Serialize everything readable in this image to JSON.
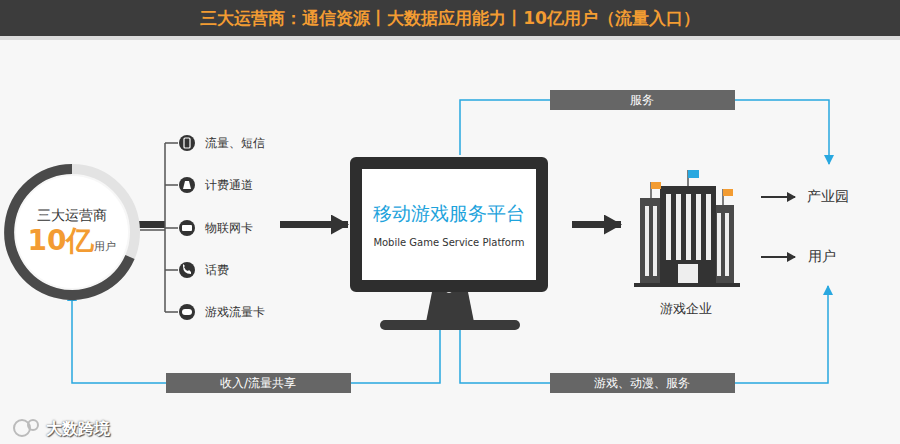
{
  "diagram": {
    "title": "三大运营商：通信资源丨大数据应用能力丨10亿用户（流量入口）",
    "nodes": [
      {
        "text": [
          "三大运营商",
          "10亿",
          "用户"
        ]
      },
      {
        "text": [
          "移动游戏服务平台",
          "Mobile Game Service Platform"
        ]
      },
      {
        "text": [
          "游戏企业"
        ]
      },
      {
        "text": [
          "产业园"
        ]
      },
      {
        "text": [
          "用户"
        ]
      }
    ],
    "edges": [
      {
        "from": 0,
        "to": 1,
        "arrow": "to"
      },
      {
        "from": 1,
        "to": 2,
        "arrow": "to"
      },
      {
        "from": 2,
        "to": 3,
        "arrow": "to"
      },
      {
        "from": 2,
        "to": 4,
        "arrow": "to"
      },
      {
        "from": 1,
        "to": 3,
        "label": "服务",
        "arrow": "to"
      },
      {
        "from": 1,
        "to": 0,
        "label": "收入/流量共享",
        "arrow": "to"
      },
      {
        "from": 1,
        "to": 4,
        "label": "游戏、动漫、服务",
        "arrow": "to"
      }
    ],
    "labels": [
      "流量、短信",
      "计费通道",
      "物联网卡",
      "话费",
      "游戏流量卡",
      "大数跨境"
    ]
  }
}
